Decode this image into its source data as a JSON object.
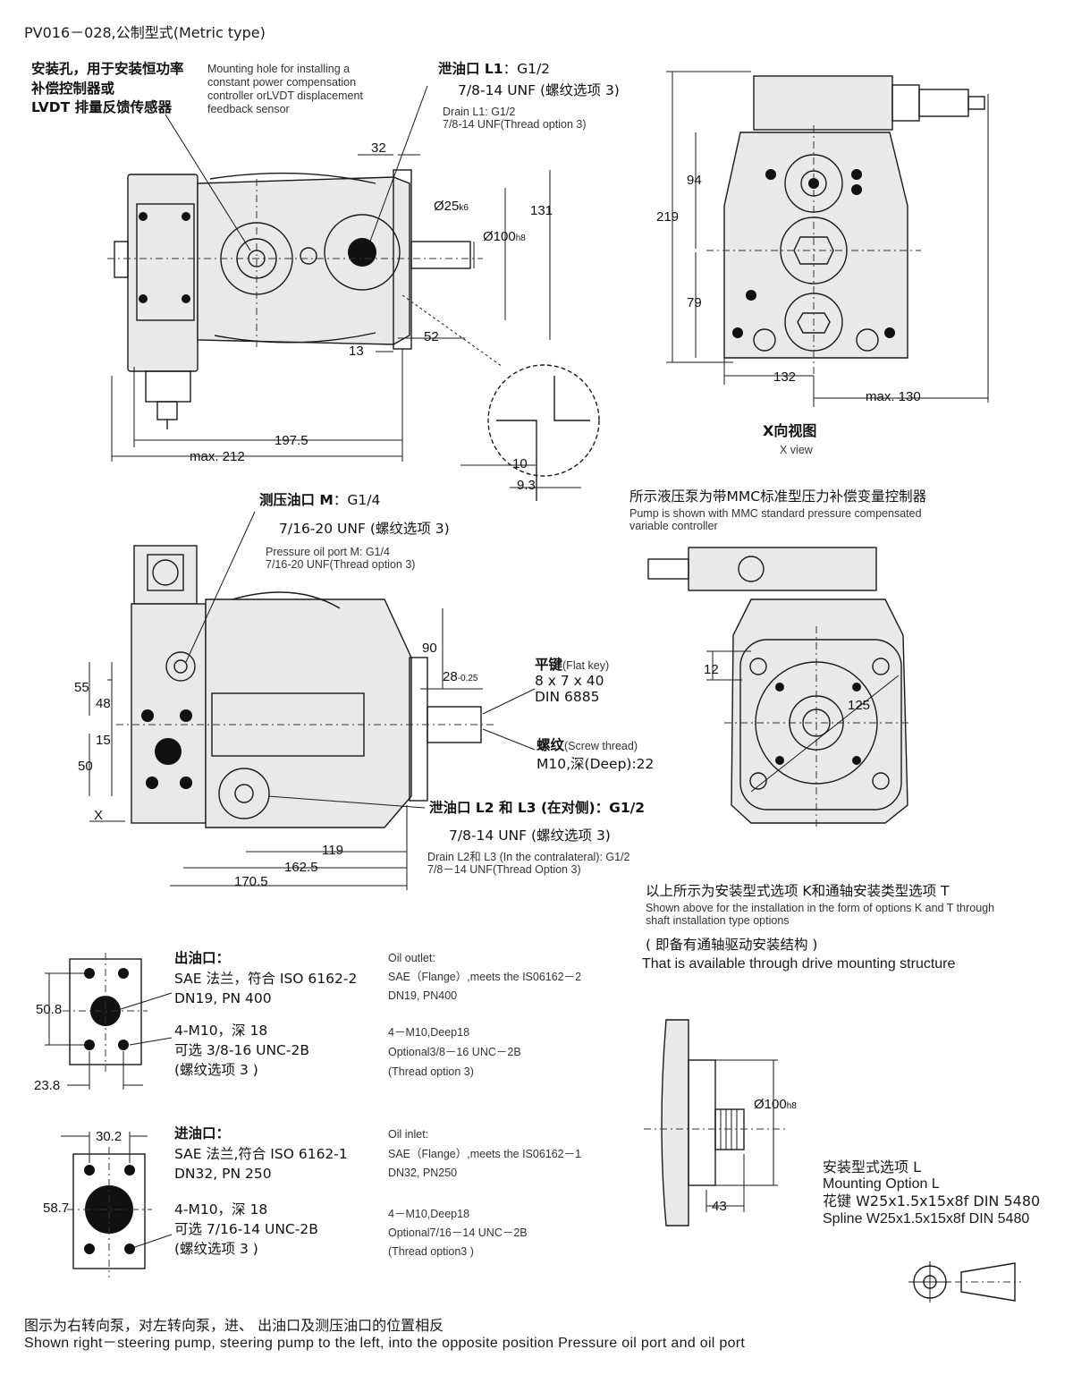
{
  "header": {
    "title": "PV016－028,公制型式(Metric type)"
  },
  "top_left": {
    "mount_zh": [
      "安装孔，用于安装恒功率",
      "补偿控制器或",
      "LVDT 排量反馈传感器"
    ],
    "mount_en": [
      "Mounting hole for installing a",
      "constant power compensation",
      "controller orLVDT displacement",
      "feedback sensor"
    ],
    "drain_zh_prefix": "泄油口 ",
    "drain_zh_port": "L1",
    "drain_zh_suffix": "：G1/2",
    "drain_unf": "7/8-14 UNF (螺纹选项 3)",
    "drain_en": [
      "Drain L1: G1/2",
      "7/8-14 UNF(Thread option 3)"
    ],
    "dims": {
      "d32": "32",
      "d25": "Ø25",
      "d25_sub": "k6",
      "d131": "131",
      "d100": "Ø100",
      "d100_sub": "h8",
      "d52": "52",
      "d13": "13",
      "d1975": "197.5",
      "dmax212": "max. 212",
      "d10": "10",
      "d93": "9.3"
    }
  },
  "top_right": {
    "dims": {
      "d94": "94",
      "d219": "219",
      "d79": "79",
      "d132": "132",
      "dmax130": "max. 130"
    },
    "caption_zh": "X向视图",
    "caption_en": "X view"
  },
  "mid_left": {
    "pressure_zh_prefix": "测压油口 ",
    "pressure_zh_port": "M",
    "pressure_zh_suffix": "：G1/4",
    "pressure_unf": "7/16-20 UNF (螺纹选项 3)",
    "pressure_en": [
      "Pressure oil port M: G1/4",
      "7/16-20 UNF(Thread option 3)"
    ],
    "key_zh": "平键",
    "key_en": "(Flat key)",
    "key_size": "8 x 7 x 40",
    "key_din": "DIN 6885",
    "screw_zh": "螺纹",
    "screw_en": "(Screw thread)",
    "screw_size": "M10,深(Deep):22",
    "drain2_zh_prefix": "泄油口 ",
    "drain2_zh_ports": "L2",
    "drain2_zh_and": " 和 ",
    "drain2_zh_port3": "L3",
    "drain2_zh_suffix": " (在对侧)：G1/2",
    "drain2_unf": "7/8-14 UNF (螺纹选项 3)",
    "drain2_en": [
      "Drain L2和 L3 (In the contralateral): G1/2",
      "7/8－14 UNF(Thread Option 3)"
    ],
    "dims": {
      "d90": "90",
      "d28": "28",
      "d28_sub": "-0.25",
      "d55": "55",
      "d48": "48",
      "d15": "15",
      "d50": "50",
      "x": "X",
      "d119": "119",
      "d1625": "162.5",
      "d1705": "170.5"
    }
  },
  "mid_right": {
    "caption_zh": "所示液压泵为带MMC标准型压力补偿变量控制器",
    "caption_en": [
      "Pump is shown with MMC standard pressure compensated",
      "variable controller"
    ],
    "dims": {
      "d12": "12",
      "d125": "125"
    },
    "options_zh": "以上所示为安装型式选项 K和通轴安装类型选项 T",
    "options_en": [
      "Shown above for the installation in the form of options K and T through",
      "shaft installation type options"
    ],
    "thru_zh": "( 即备有通轴驱动安装结构 )",
    "thru_en": "That is available through drive mounting structure"
  },
  "outlet": {
    "title_zh": "出油口：",
    "sae_zh": "SAE 法兰，符合 ISO 6162-2",
    "dn": "DN19, PN 400",
    "bolt_zh": "4-M10，深 18",
    "opt_zh": "可选 3/8-16 UNC-2B",
    "thread_zh": "(螺纹选项 3 )",
    "en_title": "Oil outlet:",
    "en_sae": "SAE（Flange）,meets the IS06162－2",
    "en_dn": "DN19, PN400",
    "en_bolt": "4－M10,Deep18",
    "en_opt": "Optional3/8－16 UNC－2B",
    "en_thread": "(Thread option 3)",
    "d508": "50.8",
    "d238": "23.8"
  },
  "inlet": {
    "title_zh": "进油口：",
    "sae_zh": "SAE 法兰,符合 ISO 6162-1",
    "dn": "DN32, PN 250",
    "bolt_zh": "4-M10，深 18",
    "opt_zh": "可选 7/16-14 UNC-2B",
    "thread_zh": "(螺纹选项 3 )",
    "en_title": "Oil inlet:",
    "en_sae": "SAE（Flange）,meets the IS06162－1",
    "en_dn": "DN32, PN250",
    "en_bolt": "4－M10,Deep18",
    "en_opt": "Optional7/16－14 UNC－2B",
    "en_thread": "(Thread option3 )",
    "d302": "30.2",
    "d587": "58.7"
  },
  "option_l": {
    "d100": "Ø100",
    "d100_sub": "h8",
    "d43": "43",
    "title_zh": "安装型式选项 L",
    "title_en": "Mounting Option L",
    "spline_zh": "花键 W25x1.5x15x8f DIN 5480",
    "spline_en": "Spline W25x1.5x15x8f DIN 5480"
  },
  "footer": {
    "note_zh": "图示为右转向泵，对左转向泵，进、 出油口及测压油口的位置相反",
    "note_en": "Shown right－steering pump, steering pump to the left, into the opposite position Pressure oil port and oil port"
  }
}
